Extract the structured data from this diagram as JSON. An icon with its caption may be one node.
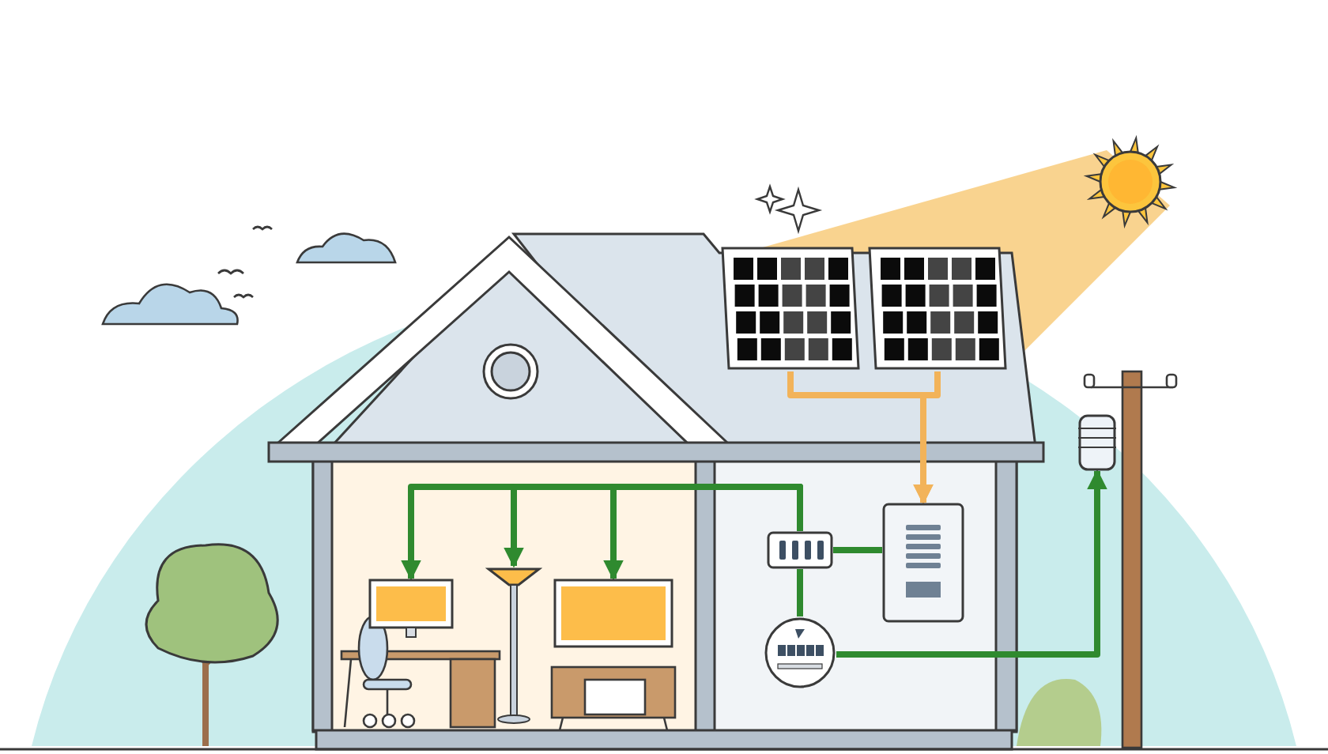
{
  "diagram": {
    "nodes": [
      {
        "text": [],
        "shape": "picture"
      },
      {
        "text": [],
        "shape": "picture"
      },
      {
        "text": [],
        "shape": "picture"
      },
      {
        "text": [],
        "shape": "box"
      },
      {
        "text": [],
        "shape": "box"
      },
      {
        "text": [],
        "shape": "circle"
      },
      {
        "text": [],
        "shape": "picture"
      },
      {
        "text": [],
        "shape": "picture"
      },
      {
        "text": [],
        "shape": "picture"
      },
      {
        "text": [],
        "shape": "cylinder"
      }
    ],
    "edges": [
      {
        "from": 1,
        "to": 3,
        "arrow": "to",
        "color": "#f2b35a"
      },
      {
        "from": 2,
        "to": 3,
        "arrow": "to",
        "color": "#f2b35a"
      },
      {
        "from": 3,
        "to": 4,
        "arrow": "none"
      },
      {
        "from": 4,
        "to": 6,
        "arrow": "to"
      },
      {
        "from": 4,
        "to": 7,
        "arrow": "to"
      },
      {
        "from": 4,
        "to": 8,
        "arrow": "to"
      },
      {
        "from": 4,
        "to": 5,
        "arrow": "none"
      },
      {
        "from": 5,
        "to": 9,
        "arrow": "to"
      }
    ]
  }
}
